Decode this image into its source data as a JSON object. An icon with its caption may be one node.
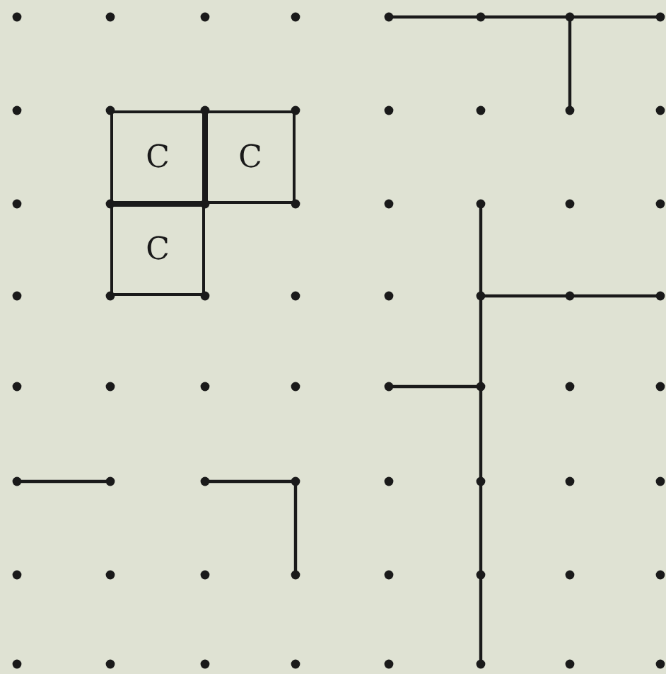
{
  "diagram": {
    "nodes": [
      {
        "text": [
          "C"
        ]
      },
      {
        "text": [
          "C"
        ]
      },
      {
        "text": [
          "C"
        ]
      }
    ]
  }
}
